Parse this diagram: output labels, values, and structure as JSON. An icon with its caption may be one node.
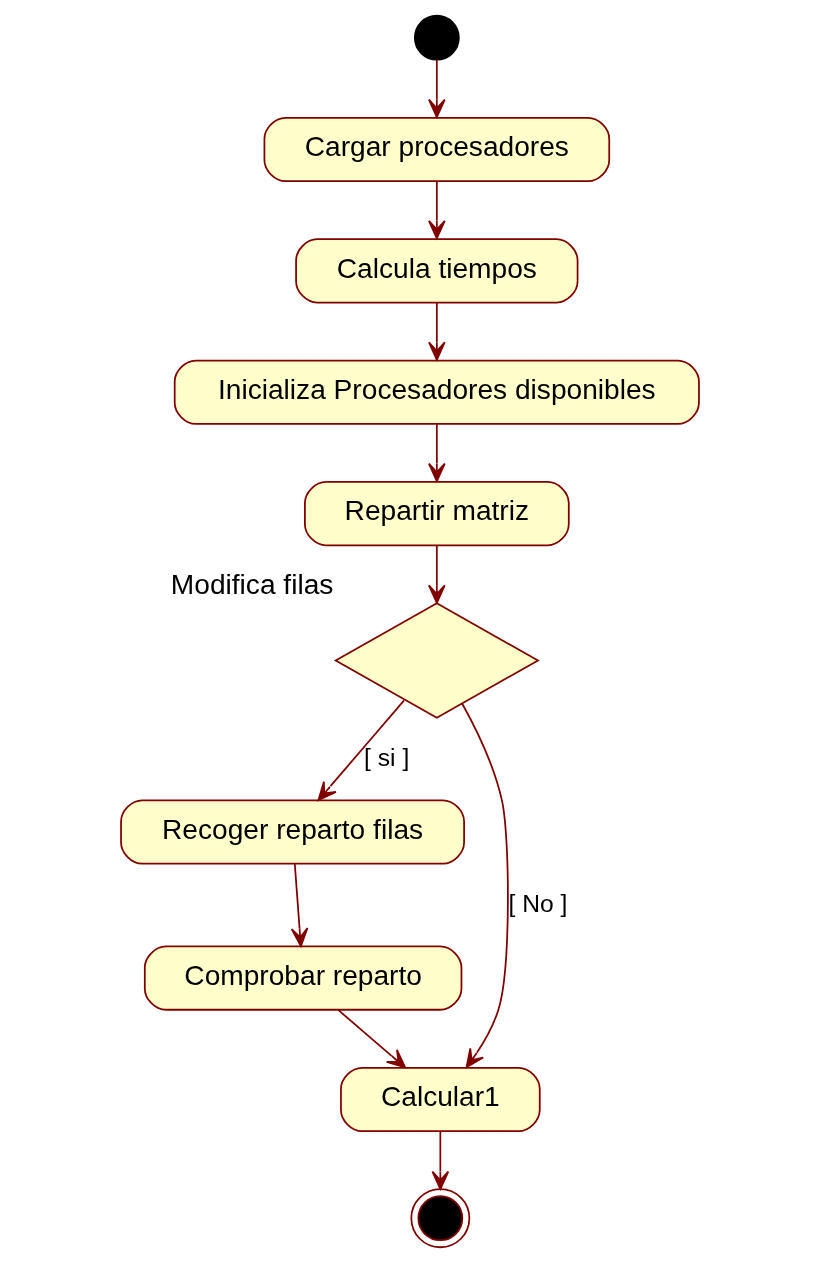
{
  "diagram": {
    "nodes": [
      {
        "text": [],
        "shape": "circle"
      },
      {
        "text": [
          "Cargar procesadores"
        ]
      },
      {
        "text": [
          "Calcula tiempos"
        ]
      },
      {
        "text": [
          "Inicializa Procesadores disponibles"
        ]
      },
      {
        "text": [
          "Repartir matriz"
        ]
      },
      {
        "text": [],
        "shape": "diamond",
        "beside": [
          "Modifica filas"
        ]
      },
      {
        "text": [
          "Recoger reparto filas"
        ]
      },
      {
        "text": [
          "Comprobar reparto"
        ]
      },
      {
        "text": [
          "Calcular1"
        ]
      },
      {
        "text": [],
        "shape": "circle"
      }
    ],
    "edges": [
      {
        "from": 0,
        "to": 1,
        "arrow": "to"
      },
      {
        "from": 1,
        "to": 2,
        "arrow": "to"
      },
      {
        "from": 2,
        "to": 3,
        "arrow": "to"
      },
      {
        "from": 3,
        "to": 4,
        "arrow": "to"
      },
      {
        "from": 4,
        "to": 5,
        "arrow": "to"
      },
      {
        "from": 5,
        "to": 6,
        "arrow": "to",
        "label": "[ si ]"
      },
      {
        "from": 5,
        "to": 8,
        "arrow": "to",
        "label": "[ No ]"
      },
      {
        "from": 6,
        "to": 7,
        "arrow": "to"
      },
      {
        "from": 7,
        "to": 8,
        "arrow": "to"
      },
      {
        "from": 8,
        "to": 9,
        "arrow": "to"
      }
    ]
  }
}
